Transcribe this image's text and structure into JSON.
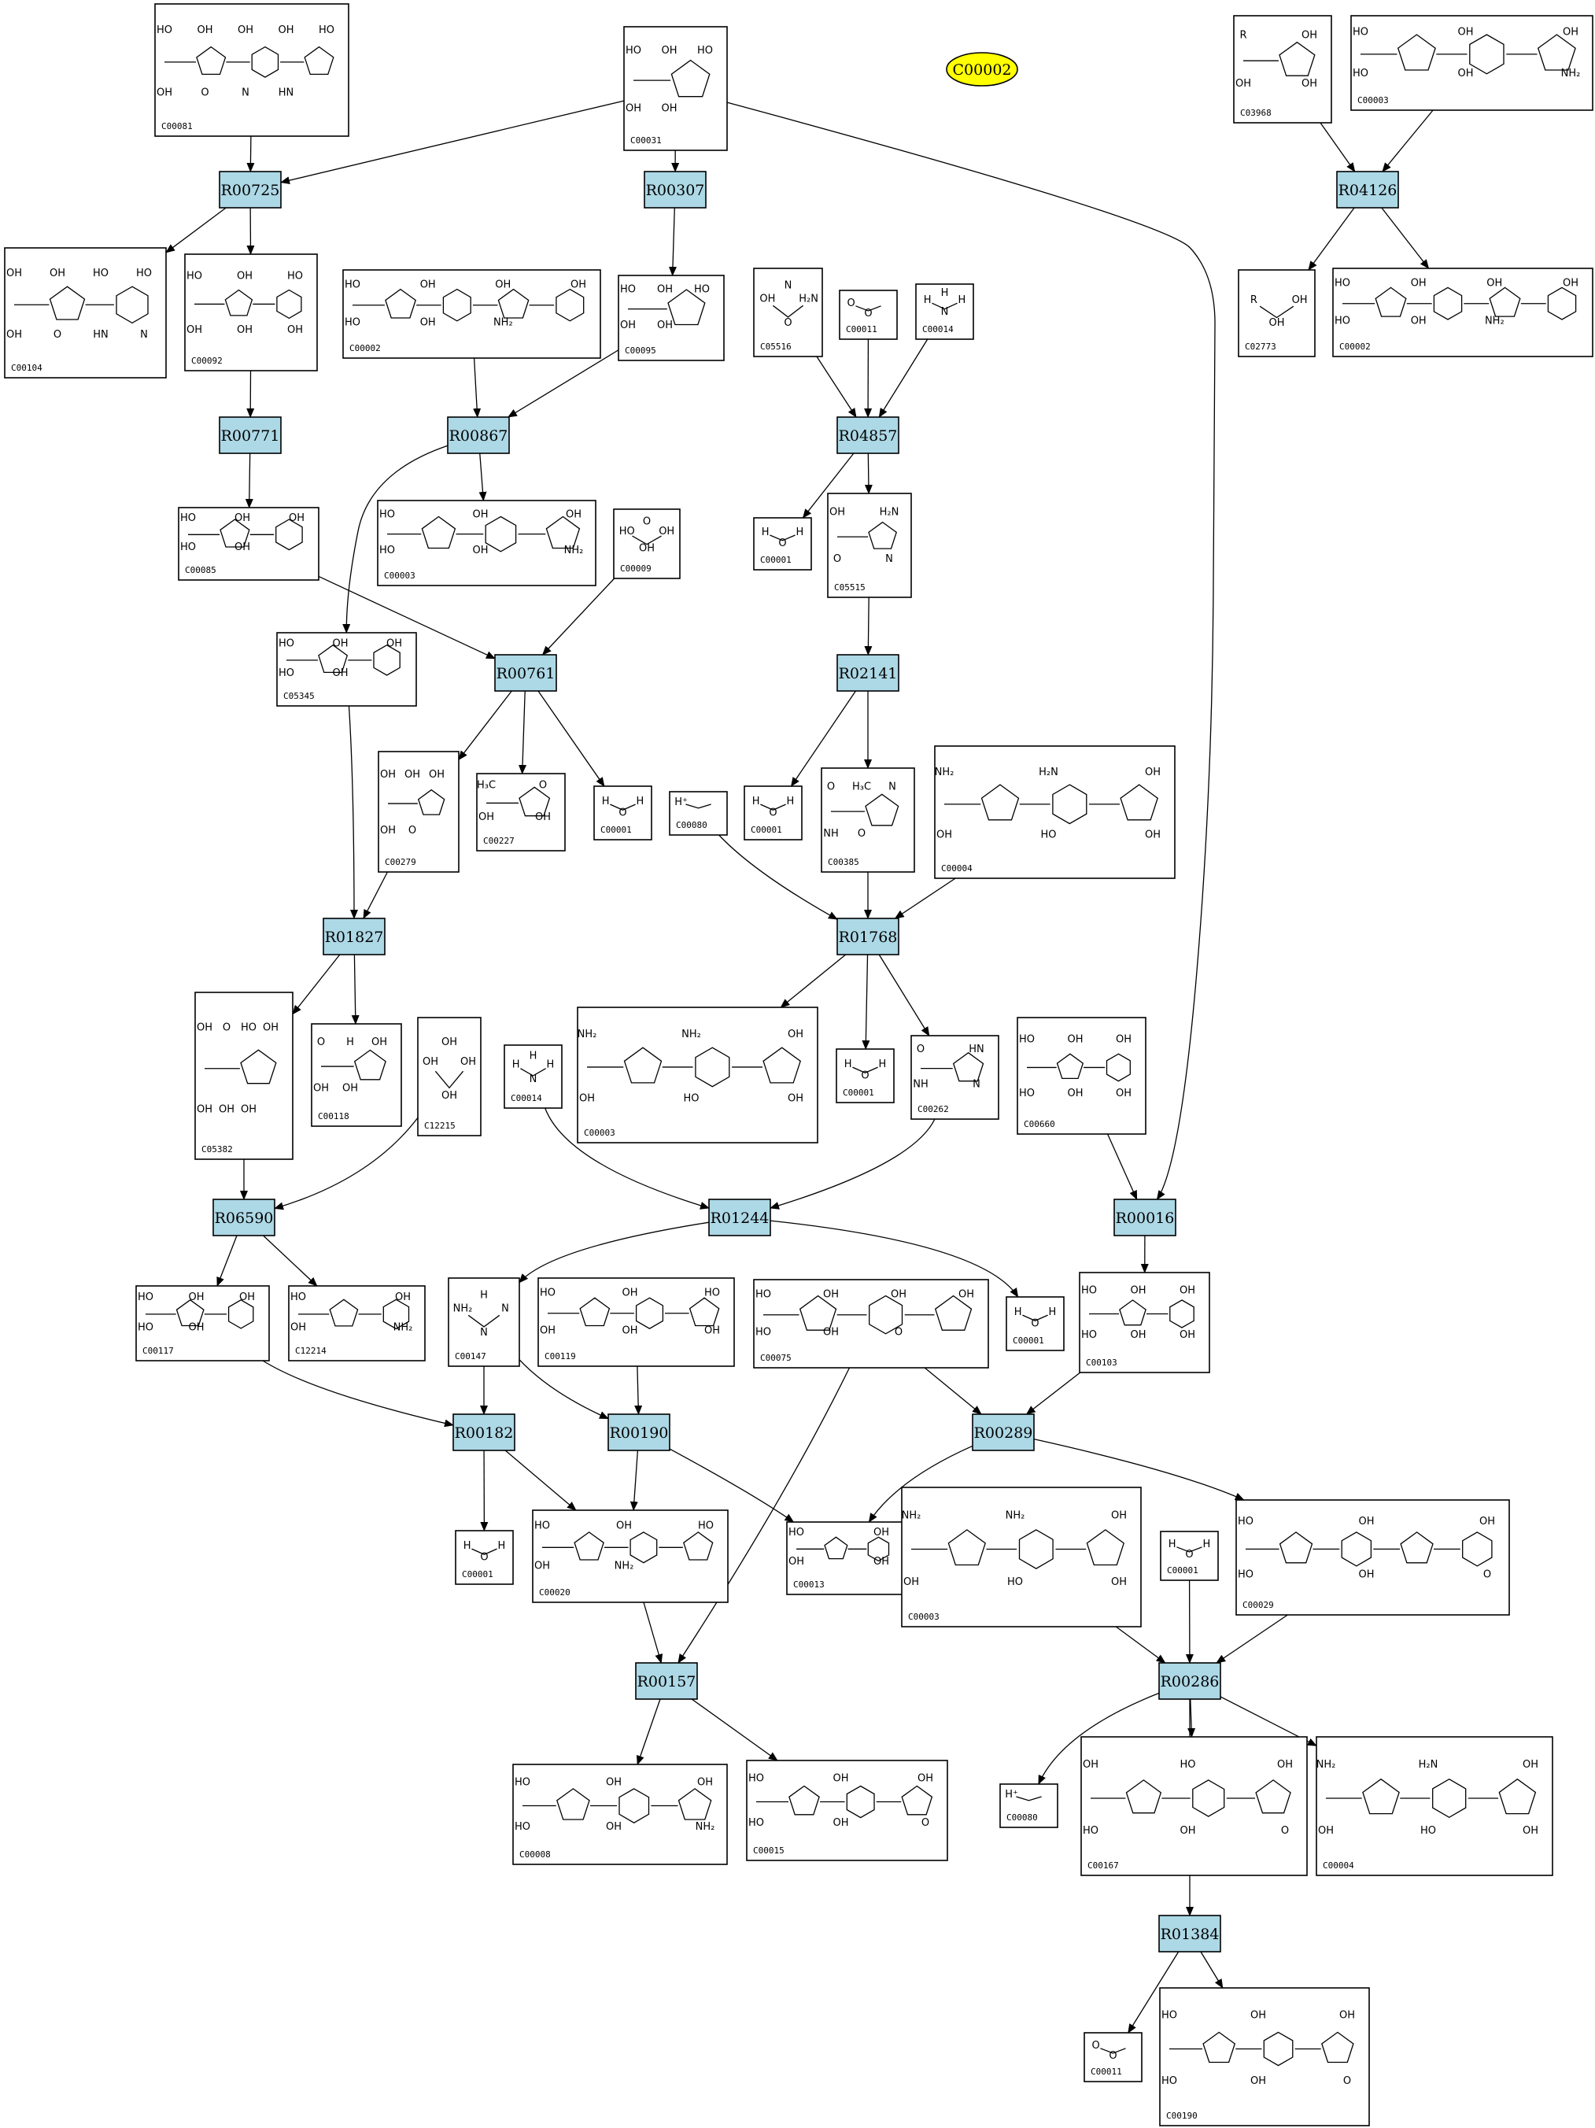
{
  "query_node": {
    "label": "C00002",
    "color": "#ffff00"
  },
  "reaction_color": "#add8e6",
  "reactions": [
    {
      "id": "R00725"
    },
    {
      "id": "R00307"
    },
    {
      "id": "R04126"
    },
    {
      "id": "R00771"
    },
    {
      "id": "R00867"
    },
    {
      "id": "R04857"
    },
    {
      "id": "R00761"
    },
    {
      "id": "R02141"
    },
    {
      "id": "R01827"
    },
    {
      "id": "R01768"
    },
    {
      "id": "R06590"
    },
    {
      "id": "R01244"
    },
    {
      "id": "R00016"
    },
    {
      "id": "R00182"
    },
    {
      "id": "R00190"
    },
    {
      "id": "R00289"
    },
    {
      "id": "R00157"
    },
    {
      "id": "R00286"
    },
    {
      "id": "R01384"
    }
  ],
  "compounds": [
    {
      "key": "n01",
      "id": "C00081",
      "atoms": [
        "HO",
        "OH",
        "OH",
        "OH",
        "HO",
        "OH",
        "O",
        "N",
        "HN"
      ]
    },
    {
      "key": "n02",
      "id": "C00031",
      "atoms": [
        "HO",
        "OH",
        "HO",
        "OH",
        "OH"
      ]
    },
    {
      "key": "n03",
      "id": "C03968",
      "atoms": [
        "R",
        "OH",
        "OH",
        "OH"
      ]
    },
    {
      "key": "n04",
      "id": "C00003",
      "atoms": [
        "HO",
        "OH",
        "OH",
        "HO",
        "OH",
        "NH₂"
      ]
    },
    {
      "key": "n05",
      "id": "C00104",
      "atoms": [
        "OH",
        "OH",
        "HO",
        "HO",
        "OH",
        "O",
        "HN",
        "N"
      ]
    },
    {
      "key": "n06",
      "id": "C00092",
      "atoms": [
        "HO",
        "OH",
        "HO",
        "OH",
        "OH",
        "OH"
      ]
    },
    {
      "key": "n07",
      "id": "C00002",
      "atoms": [
        "HO",
        "OH",
        "OH",
        "OH",
        "HO",
        "OH",
        "NH₂"
      ]
    },
    {
      "key": "n08",
      "id": "C00095",
      "atoms": [
        "HO",
        "OH",
        "HO",
        "OH",
        "OH"
      ]
    },
    {
      "key": "n09",
      "id": "C05516",
      "atoms": [
        "OH",
        "O",
        "H₂N",
        "N"
      ]
    },
    {
      "key": "n10",
      "id": "C00011",
      "atoms": [
        "O",
        "O"
      ]
    },
    {
      "key": "n11",
      "id": "C00014",
      "atoms": [
        "H",
        "N",
        "H",
        "H"
      ]
    },
    {
      "key": "n12",
      "id": "C02773",
      "atoms": [
        "R",
        "OH",
        "OH"
      ]
    },
    {
      "key": "n13",
      "id": "C00002",
      "atoms": [
        "HO",
        "OH",
        "OH",
        "OH",
        "HO",
        "OH",
        "NH₂"
      ]
    },
    {
      "key": "n14",
      "id": "C00085",
      "atoms": [
        "HO",
        "OH",
        "OH",
        "HO",
        "OH"
      ]
    },
    {
      "key": "n15",
      "id": "C00003",
      "atoms": [
        "HO",
        "OH",
        "OH",
        "HO",
        "OH",
        "NH₂"
      ]
    },
    {
      "key": "n16",
      "id": "C00009",
      "atoms": [
        "HO",
        "OH",
        "OH",
        "O"
      ]
    },
    {
      "key": "n17",
      "id": "C00001",
      "atoms": [
        "H",
        "O",
        "H"
      ]
    },
    {
      "key": "n18",
      "id": "C05515",
      "atoms": [
        "OH",
        "H₂N",
        "O",
        "N"
      ]
    },
    {
      "key": "n19",
      "id": "C05345",
      "atoms": [
        "HO",
        "OH",
        "OH",
        "HO",
        "OH"
      ]
    },
    {
      "key": "n20",
      "id": "C00279",
      "atoms": [
        "OH",
        "OH",
        "OH",
        "OH",
        "O"
      ]
    },
    {
      "key": "n21",
      "id": "C00227",
      "atoms": [
        "H₃C",
        "O",
        "OH",
        "OH"
      ]
    },
    {
      "key": "n22",
      "id": "C00001",
      "atoms": [
        "H",
        "O",
        "H"
      ]
    },
    {
      "key": "n23",
      "id": "C00080",
      "atoms": [
        "H⁺"
      ]
    },
    {
      "key": "n24",
      "id": "C00001",
      "atoms": [
        "H",
        "O",
        "H"
      ]
    },
    {
      "key": "n25",
      "id": "C00385",
      "atoms": [
        "O",
        "H₃C",
        "N",
        "NH",
        "O"
      ]
    },
    {
      "key": "n26",
      "id": "C00004",
      "atoms": [
        "NH₂",
        "H₂N",
        "OH",
        "OH",
        "HO",
        "OH"
      ]
    },
    {
      "key": "n27",
      "id": "C05382",
      "atoms": [
        "OH",
        "O",
        "HO",
        "OH",
        "OH",
        "OH",
        "OH"
      ]
    },
    {
      "key": "n28",
      "id": "C00118",
      "atoms": [
        "O",
        "H",
        "OH",
        "OH",
        "OH"
      ]
    },
    {
      "key": "n29",
      "id": "C12215",
      "atoms": [
        "OH",
        "OH",
        "OH",
        "OH"
      ]
    },
    {
      "key": "n30",
      "id": "C00014",
      "atoms": [
        "H",
        "N",
        "H",
        "H"
      ]
    },
    {
      "key": "n31",
      "id": "C00003",
      "atoms": [
        "NH₂",
        "NH₂",
        "OH",
        "OH",
        "HO",
        "OH"
      ]
    },
    {
      "key": "n32",
      "id": "C00001",
      "atoms": [
        "H",
        "O",
        "H"
      ]
    },
    {
      "key": "n33",
      "id": "C00262",
      "atoms": [
        "O",
        "HN",
        "NH",
        "N"
      ]
    },
    {
      "key": "n34",
      "id": "C00660",
      "atoms": [
        "HO",
        "OH",
        "OH",
        "HO",
        "OH",
        "OH"
      ]
    },
    {
      "key": "n35",
      "id": "C00117",
      "atoms": [
        "HO",
        "OH",
        "OH",
        "HO",
        "OH"
      ]
    },
    {
      "key": "n36",
      "id": "C12214",
      "atoms": [
        "HO",
        "OH",
        "OH",
        "NH₂"
      ]
    },
    {
      "key": "n37",
      "id": "C00147",
      "atoms": [
        "NH₂",
        "N",
        "N",
        "H"
      ]
    },
    {
      "key": "n38",
      "id": "C00119",
      "atoms": [
        "HO",
        "OH",
        "HO",
        "OH",
        "OH",
        "OH"
      ]
    },
    {
      "key": "n39",
      "id": "C00075",
      "atoms": [
        "HO",
        "OH",
        "OH",
        "OH",
        "HO",
        "OH",
        "O"
      ]
    },
    {
      "key": "n40",
      "id": "C00001",
      "atoms": [
        "H",
        "O",
        "H"
      ]
    },
    {
      "key": "n41",
      "id": "C00103",
      "atoms": [
        "HO",
        "OH",
        "OH",
        "HO",
        "OH",
        "OH"
      ]
    },
    {
      "key": "n42",
      "id": "C00001",
      "atoms": [
        "H",
        "O",
        "H"
      ]
    },
    {
      "key": "n43",
      "id": "C00020",
      "atoms": [
        "HO",
        "OH",
        "HO",
        "OH",
        "NH₂"
      ]
    },
    {
      "key": "n44",
      "id": "C00013",
      "atoms": [
        "HO",
        "OH",
        "OH",
        "OH"
      ]
    },
    {
      "key": "n45",
      "id": "C00003",
      "atoms": [
        "NH₂",
        "NH₂",
        "OH",
        "OH",
        "HO",
        "OH"
      ]
    },
    {
      "key": "n46",
      "id": "C00001",
      "atoms": [
        "H",
        "O",
        "H"
      ]
    },
    {
      "key": "n47",
      "id": "C00029",
      "atoms": [
        "HO",
        "OH",
        "OH",
        "HO",
        "OH",
        "O"
      ]
    },
    {
      "key": "n48",
      "id": "C00008",
      "atoms": [
        "HO",
        "OH",
        "OH",
        "HO",
        "OH",
        "NH₂"
      ]
    },
    {
      "key": "n49",
      "id": "C00015",
      "atoms": [
        "HO",
        "OH",
        "OH",
        "HO",
        "OH",
        "O"
      ]
    },
    {
      "key": "n50",
      "id": "C00080",
      "atoms": [
        "H⁺"
      ]
    },
    {
      "key": "n51",
      "id": "C00167",
      "atoms": [
        "OH",
        "HO",
        "OH",
        "HO",
        "OH",
        "O"
      ]
    },
    {
      "key": "n52",
      "id": "C00004",
      "atoms": [
        "NH₂",
        "H₂N",
        "OH",
        "OH",
        "HO",
        "OH"
      ]
    },
    {
      "key": "n53",
      "id": "C00011",
      "atoms": [
        "O",
        "O"
      ]
    },
    {
      "key": "n54",
      "id": "C00190",
      "atoms": [
        "HO",
        "OH",
        "OH",
        "HO",
        "OH",
        "O"
      ]
    }
  ]
}
